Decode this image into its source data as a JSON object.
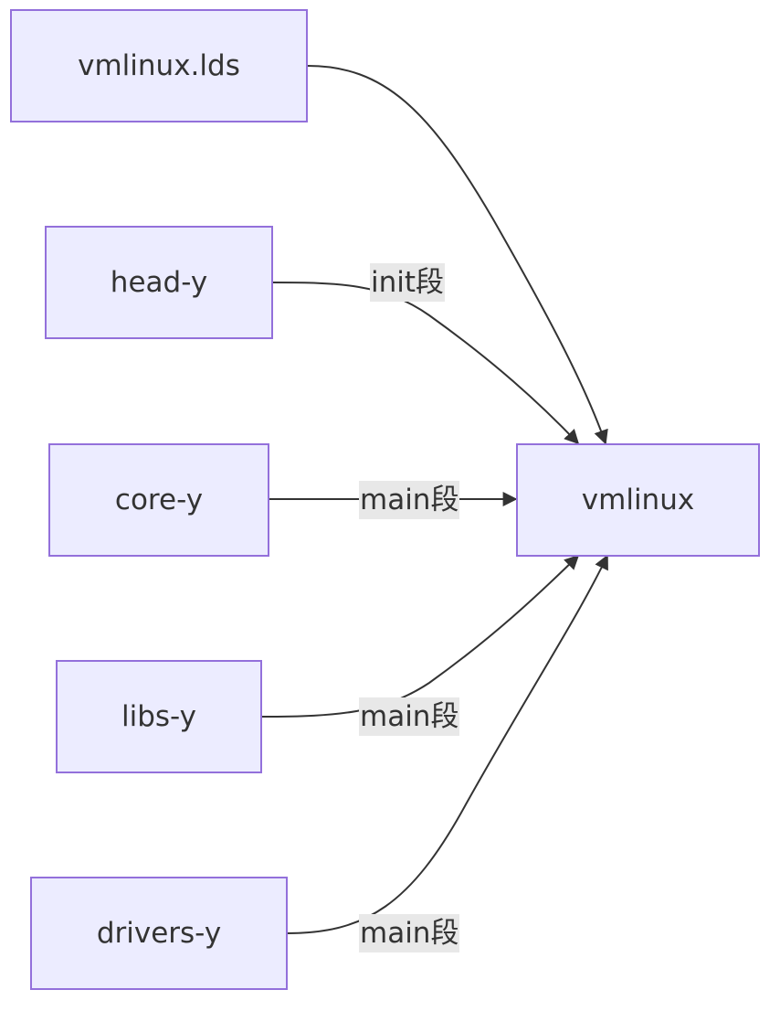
{
  "nodes": {
    "vmlinux_lds": "vmlinux.lds",
    "head_y": "head-y",
    "core_y": "core-y",
    "libs_y": "libs-y",
    "drivers_y": "drivers-y",
    "vmlinux": "vmlinux"
  },
  "edge_labels": {
    "head_y": "init段",
    "core_y": "main段",
    "libs_y": "main段",
    "drivers_y": "main段"
  },
  "edges": [
    {
      "from": "vmlinux.lds",
      "to": "vmlinux",
      "label": ""
    },
    {
      "from": "head-y",
      "to": "vmlinux",
      "label": "init段"
    },
    {
      "from": "core-y",
      "to": "vmlinux",
      "label": "main段"
    },
    {
      "from": "libs-y",
      "to": "vmlinux",
      "label": "main段"
    },
    {
      "from": "drivers-y",
      "to": "vmlinux",
      "label": "main段"
    }
  ],
  "colors": {
    "node_fill": "#ececff",
    "node_border": "#9370db",
    "edge": "#333333",
    "label_bg": "#e8e8e8"
  }
}
